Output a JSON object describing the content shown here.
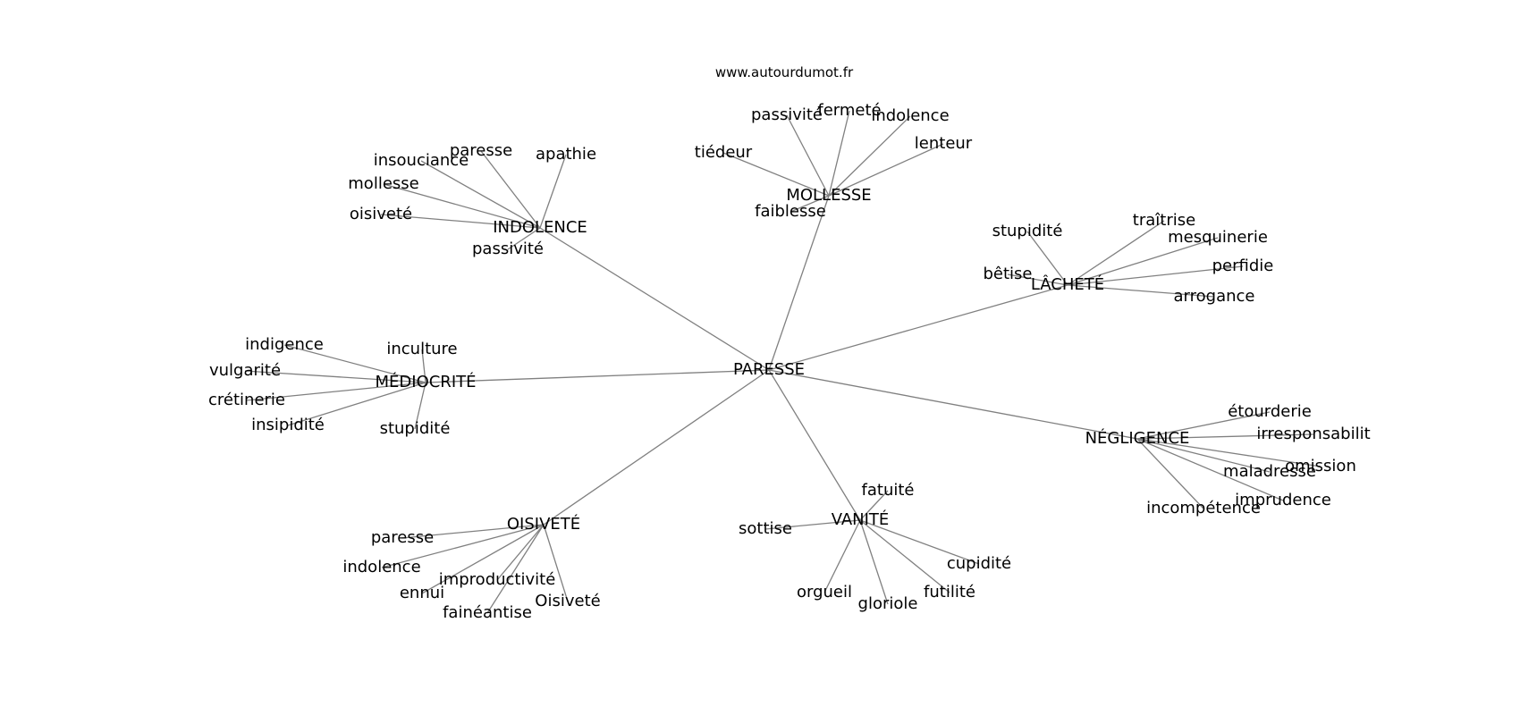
{
  "credit": "www.autourdumot.fr",
  "colors": {
    "edge": "#808080",
    "text": "#000000",
    "background": "#ffffff"
  },
  "root": "PARESSE",
  "nodes": [
    {
      "id": "paresse_root",
      "label": "PARESSE"
    },
    {
      "id": "indolence_hub",
      "label": "INDOLENCE"
    },
    {
      "id": "mollesse_hub",
      "label": "MOLLESSE"
    },
    {
      "id": "lachete_hub",
      "label": "LÂCHETÉ"
    },
    {
      "id": "mediocrite_hub",
      "label": "MÉDIOCRITÉ"
    },
    {
      "id": "negligence_hub",
      "label": "NÉGLIGENCE"
    },
    {
      "id": "oisivete_hub",
      "label": "OISIVETÉ"
    },
    {
      "id": "vanite_hub",
      "label": "VANITÉ"
    },
    {
      "id": "ind_apathie",
      "label": "apathie"
    },
    {
      "id": "ind_paresse",
      "label": "paresse"
    },
    {
      "id": "ind_insouciance",
      "label": "insouciance"
    },
    {
      "id": "ind_mollesse",
      "label": "mollesse"
    },
    {
      "id": "ind_oisivete",
      "label": "oisiveté"
    },
    {
      "id": "ind_passivite",
      "label": "passivité"
    },
    {
      "id": "mol_passivite",
      "label": "passivité"
    },
    {
      "id": "mol_fermete",
      "label": "fermeté"
    },
    {
      "id": "mol_indolence",
      "label": "indolence"
    },
    {
      "id": "mol_lenteur",
      "label": "lenteur"
    },
    {
      "id": "mol_tiedeur",
      "label": "tiédeur"
    },
    {
      "id": "mol_faiblesse",
      "label": "faiblesse"
    },
    {
      "id": "lac_stupidite",
      "label": "stupidité"
    },
    {
      "id": "lac_traitrise",
      "label": "traîtrise"
    },
    {
      "id": "lac_mesquinerie",
      "label": "mesquinerie"
    },
    {
      "id": "lac_perfidie",
      "label": "perfidie"
    },
    {
      "id": "lac_arrogance",
      "label": "arrogance"
    },
    {
      "id": "lac_betise",
      "label": "bêtise"
    },
    {
      "id": "med_indigence",
      "label": "indigence"
    },
    {
      "id": "med_inculture",
      "label": "inculture"
    },
    {
      "id": "med_vulgarite",
      "label": "vulgarité"
    },
    {
      "id": "med_cretinerie",
      "label": "crétinerie"
    },
    {
      "id": "med_insipidite",
      "label": "insipidité"
    },
    {
      "id": "med_stupidite",
      "label": "stupidité"
    },
    {
      "id": "neg_etourderie",
      "label": "étourderie"
    },
    {
      "id": "neg_irresponsabilite",
      "label": "irresponsabilit"
    },
    {
      "id": "neg_omission",
      "label": "omission"
    },
    {
      "id": "neg_maladresse",
      "label": "maladresse"
    },
    {
      "id": "neg_imprudence",
      "label": "imprudence"
    },
    {
      "id": "neg_incompetence",
      "label": "incompétence"
    },
    {
      "id": "ois_paresse",
      "label": "paresse"
    },
    {
      "id": "ois_indolence",
      "label": "indolence"
    },
    {
      "id": "ois_improductivite",
      "label": "improductivité"
    },
    {
      "id": "ois_ennui",
      "label": "ennui"
    },
    {
      "id": "ois_faineantise",
      "label": "fainéantise"
    },
    {
      "id": "ois_oisivete",
      "label": "Oisiveté"
    },
    {
      "id": "van_fatuite",
      "label": "fatuité"
    },
    {
      "id": "van_sottise",
      "label": "sottise"
    },
    {
      "id": "van_cupidite",
      "label": "cupidité"
    },
    {
      "id": "van_futilite",
      "label": "futilité"
    },
    {
      "id": "van_orgueil",
      "label": "orgueil"
    },
    {
      "id": "van_gloriole",
      "label": "gloriole"
    }
  ],
  "edges": [
    [
      "paresse_root",
      "indolence_hub"
    ],
    [
      "paresse_root",
      "mollesse_hub"
    ],
    [
      "paresse_root",
      "lachete_hub"
    ],
    [
      "paresse_root",
      "mediocrite_hub"
    ],
    [
      "paresse_root",
      "negligence_hub"
    ],
    [
      "paresse_root",
      "oisivete_hub"
    ],
    [
      "paresse_root",
      "vanite_hub"
    ],
    [
      "indolence_hub",
      "ind_apathie"
    ],
    [
      "indolence_hub",
      "ind_paresse"
    ],
    [
      "indolence_hub",
      "ind_insouciance"
    ],
    [
      "indolence_hub",
      "ind_mollesse"
    ],
    [
      "indolence_hub",
      "ind_oisivete"
    ],
    [
      "indolence_hub",
      "ind_passivite"
    ],
    [
      "mollesse_hub",
      "mol_passivite"
    ],
    [
      "mollesse_hub",
      "mol_fermete"
    ],
    [
      "mollesse_hub",
      "mol_indolence"
    ],
    [
      "mollesse_hub",
      "mol_lenteur"
    ],
    [
      "mollesse_hub",
      "mol_tiedeur"
    ],
    [
      "mollesse_hub",
      "mol_faiblesse"
    ],
    [
      "lachete_hub",
      "lac_stupidite"
    ],
    [
      "lachete_hub",
      "lac_traitrise"
    ],
    [
      "lachete_hub",
      "lac_mesquinerie"
    ],
    [
      "lachete_hub",
      "lac_perfidie"
    ],
    [
      "lachete_hub",
      "lac_arrogance"
    ],
    [
      "lachete_hub",
      "lac_betise"
    ],
    [
      "mediocrite_hub",
      "med_indigence"
    ],
    [
      "mediocrite_hub",
      "med_inculture"
    ],
    [
      "mediocrite_hub",
      "med_vulgarite"
    ],
    [
      "mediocrite_hub",
      "med_cretinerie"
    ],
    [
      "mediocrite_hub",
      "med_insipidite"
    ],
    [
      "mediocrite_hub",
      "med_stupidite"
    ],
    [
      "negligence_hub",
      "neg_etourderie"
    ],
    [
      "negligence_hub",
      "neg_irresponsabilite"
    ],
    [
      "negligence_hub",
      "neg_omission"
    ],
    [
      "negligence_hub",
      "neg_maladresse"
    ],
    [
      "negligence_hub",
      "neg_imprudence"
    ],
    [
      "negligence_hub",
      "neg_incompetence"
    ],
    [
      "oisivete_hub",
      "ois_paresse"
    ],
    [
      "oisivete_hub",
      "ois_indolence"
    ],
    [
      "oisivete_hub",
      "ois_improductivite"
    ],
    [
      "oisivete_hub",
      "ois_ennui"
    ],
    [
      "oisivete_hub",
      "ois_faineantise"
    ],
    [
      "oisivete_hub",
      "ois_oisivete"
    ],
    [
      "vanite_hub",
      "van_fatuite"
    ],
    [
      "vanite_hub",
      "van_sottise"
    ],
    [
      "vanite_hub",
      "van_cupidite"
    ],
    [
      "vanite_hub",
      "van_futilite"
    ],
    [
      "vanite_hub",
      "van_orgueil"
    ],
    [
      "vanite_hub",
      "van_gloriole"
    ]
  ]
}
